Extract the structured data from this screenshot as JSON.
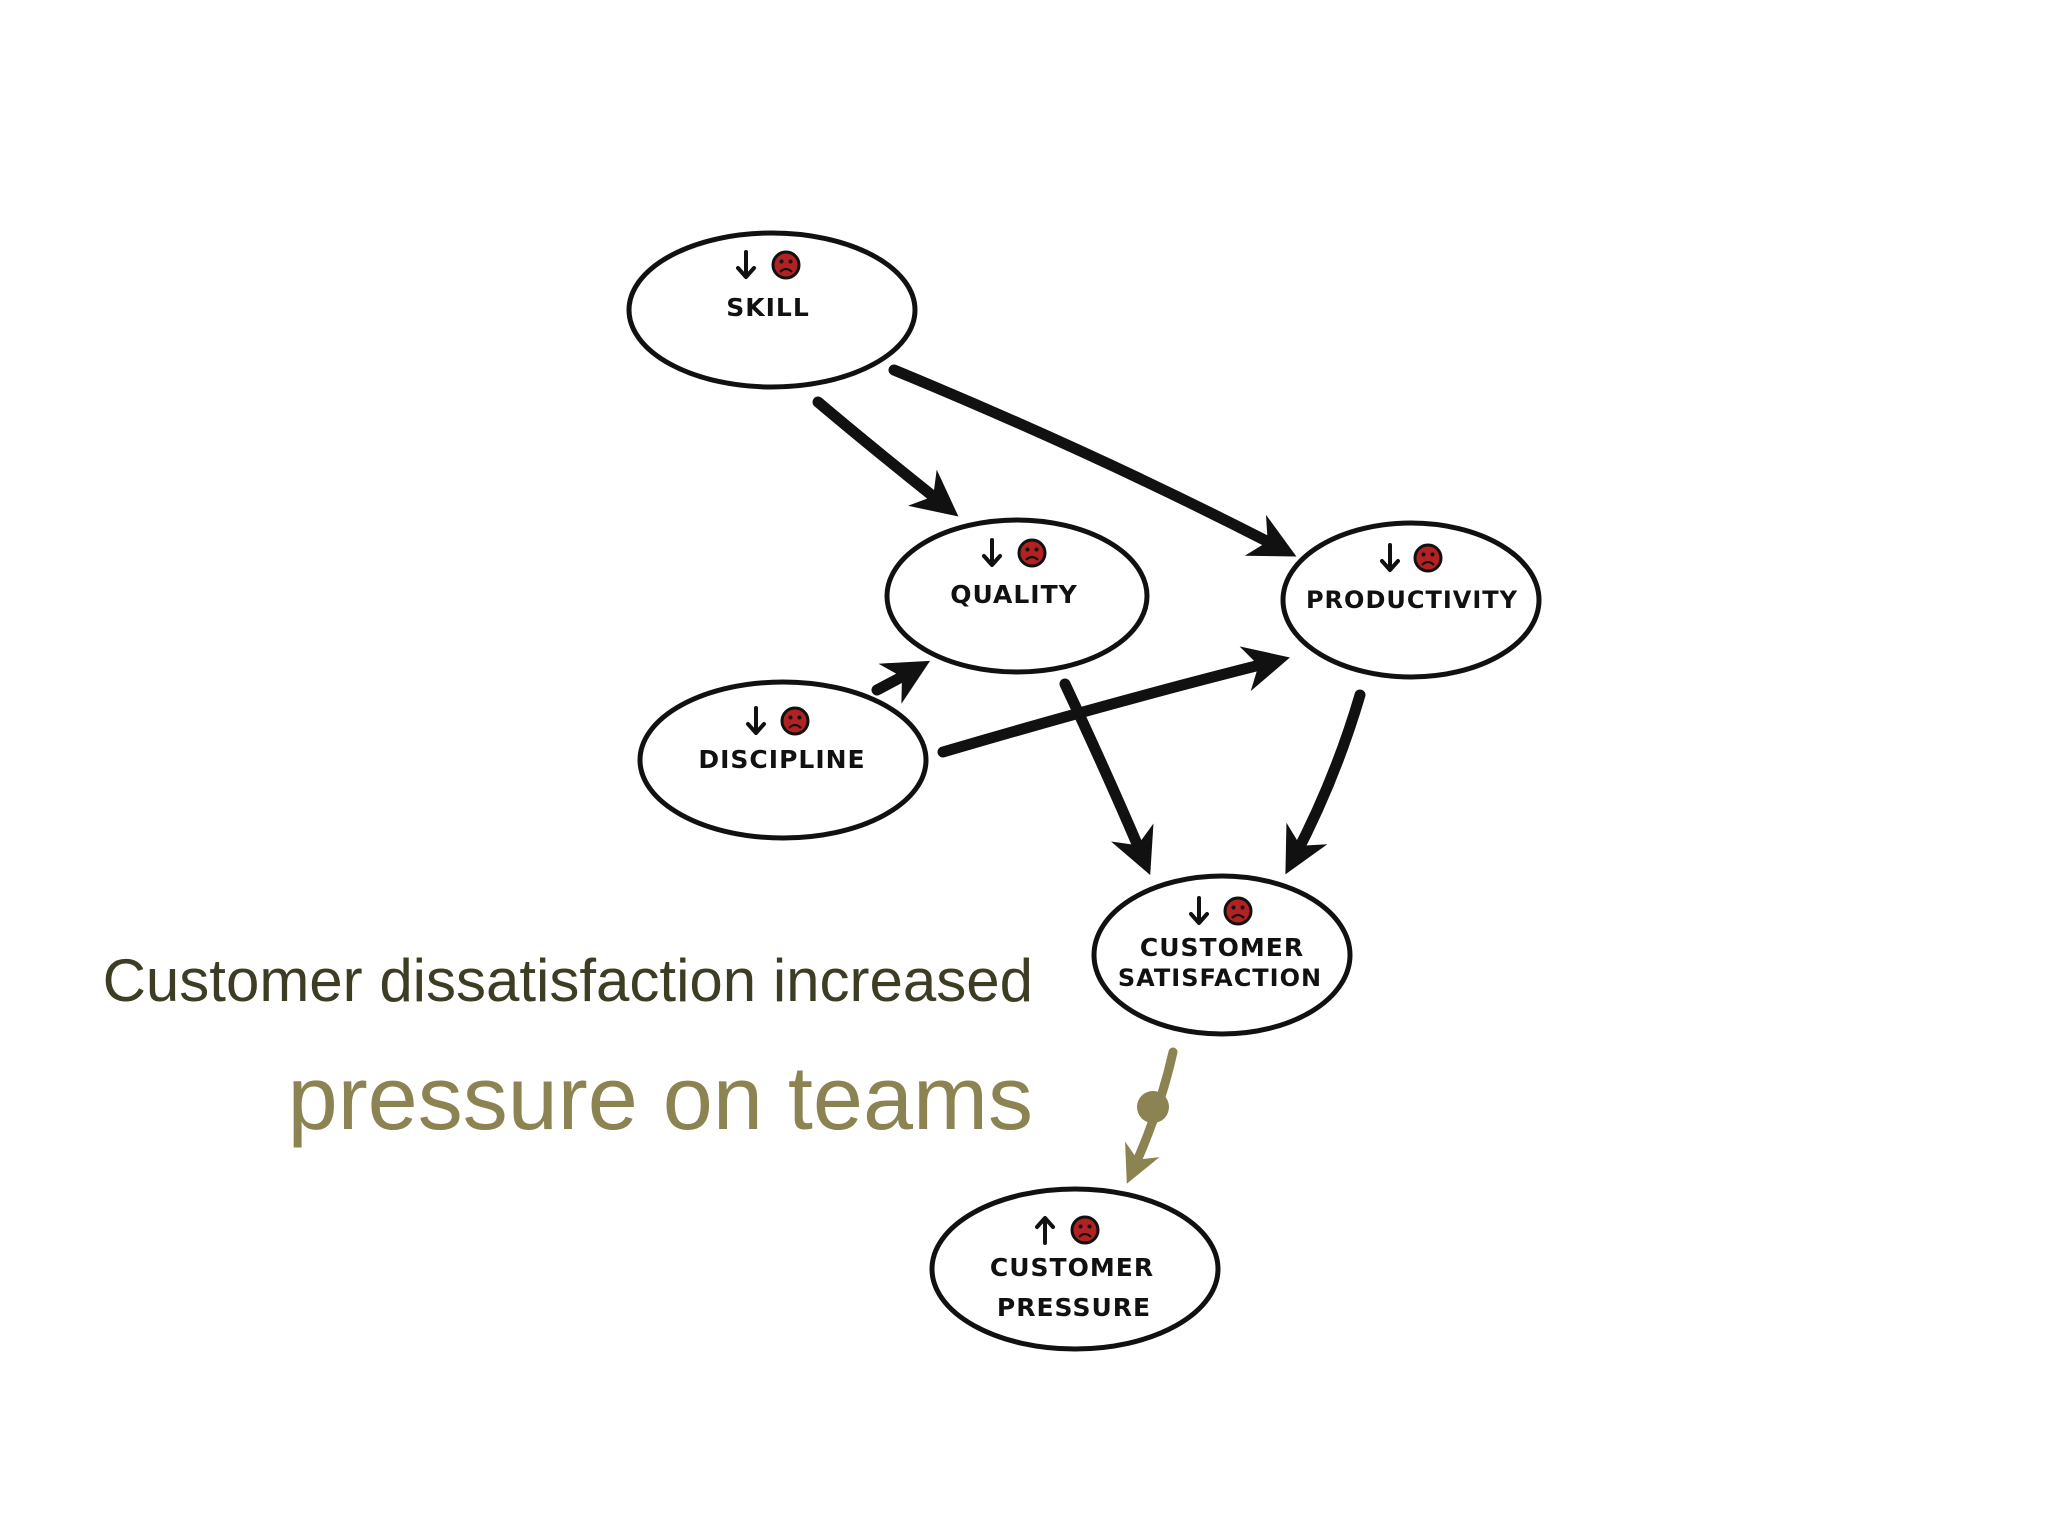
{
  "colors": {
    "caption_primary": "#3d3d24",
    "caption_accent": "#8c8352",
    "highlight_edge": "#8c8352",
    "sad_face": "#b22222"
  },
  "captions": {
    "line1": "Customer dissatisfaction increased",
    "line2": "pressure on teams"
  },
  "nodes": {
    "skill": {
      "label": "SKILL",
      "trend": "down",
      "icon": "sad-face-icon"
    },
    "quality": {
      "label": "QUALITY",
      "trend": "down",
      "icon": "sad-face-icon"
    },
    "productivity": {
      "label": "PRODUCTIVITY",
      "trend": "down",
      "icon": "sad-face-icon"
    },
    "discipline": {
      "label": "DISCIPLINE",
      "trend": "down",
      "icon": "sad-face-icon"
    },
    "customer_satisfaction": {
      "label_line1": "CUSTOMER",
      "label_line2": "SATISFACTION",
      "trend": "down",
      "icon": "sad-face-icon"
    },
    "customer_pressure": {
      "label_line1": "CUSTOMER",
      "label_line2": "PRESSURE",
      "trend": "up",
      "icon": "sad-face-icon"
    }
  },
  "edges": [
    {
      "from": "SKILL",
      "to": "QUALITY"
    },
    {
      "from": "SKILL",
      "to": "PRODUCTIVITY"
    },
    {
      "from": "DISCIPLINE",
      "to": "QUALITY"
    },
    {
      "from": "DISCIPLINE",
      "to": "PRODUCTIVITY"
    },
    {
      "from": "QUALITY",
      "to": "CUSTOMER SATISFACTION"
    },
    {
      "from": "PRODUCTIVITY",
      "to": "CUSTOMER SATISFACTION"
    },
    {
      "from": "CUSTOMER SATISFACTION",
      "to": "CUSTOMER PRESSURE",
      "highlighted": true
    }
  ]
}
